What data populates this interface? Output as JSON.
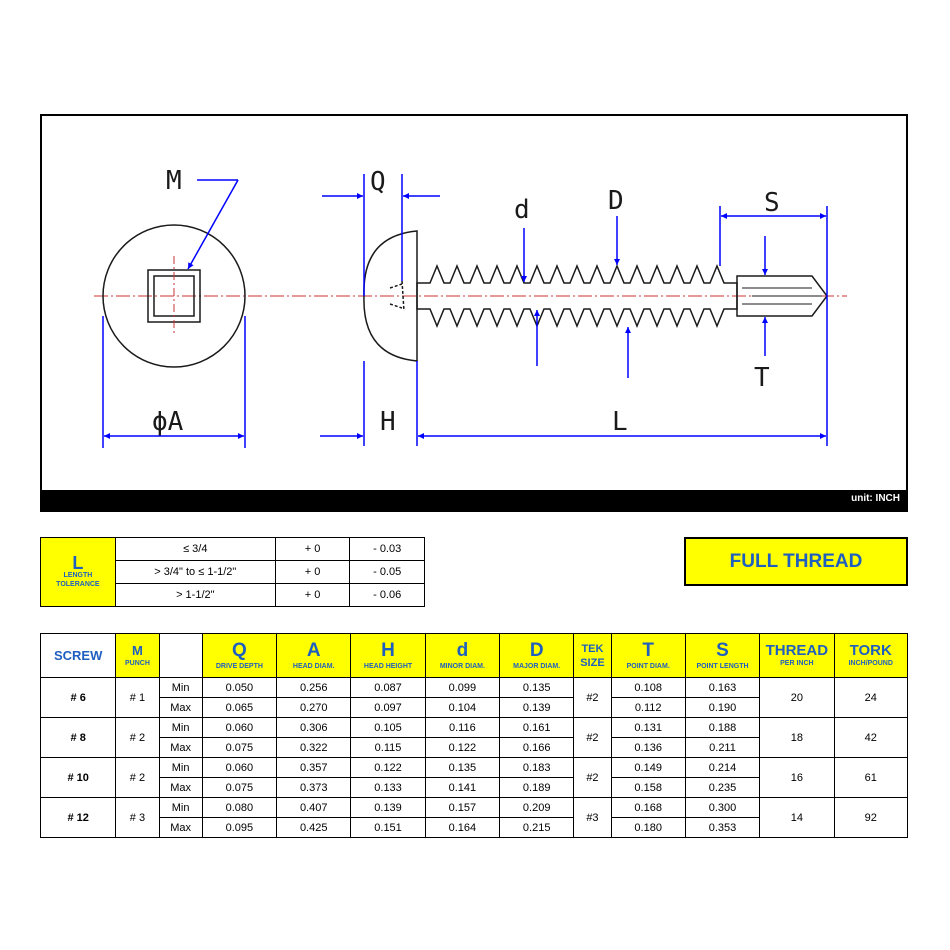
{
  "drawing": {
    "labels": {
      "M": "M",
      "Q": "Q",
      "d": "d",
      "D": "D",
      "S": "S",
      "phiA": "ϕA",
      "H": "H",
      "L": "L",
      "T": "T"
    },
    "unit": "unit: INCH",
    "colors": {
      "dimension": "#0000ff",
      "centerline": "#cc3333",
      "outline": "#1a1a1a"
    }
  },
  "tolerance": {
    "title": "L",
    "subtitle_line1": "LENGTH",
    "subtitle_line2": "TOLERANCE",
    "rows": [
      {
        "range": "≤ 3/4",
        "plus": "+ 0",
        "minus": "- 0.03"
      },
      {
        "range": "> 3/4\" to ≤ 1-1/2\"",
        "plus": "+ 0",
        "minus": "- 0.05"
      },
      {
        "range": "> 1-1/2\"",
        "plus": "+ 0",
        "minus": "- 0.06"
      }
    ]
  },
  "full_thread": "FULL THREAD",
  "spec": {
    "headers": {
      "screw": "SCREW",
      "m": "M",
      "m_sub": "PUNCH",
      "q": "Q",
      "q_sub": "DRIVE DEPTH",
      "a": "A",
      "a_sub": "HEAD DIAM.",
      "h": "H",
      "h_sub": "HEAD HEIGHT",
      "d": "d",
      "d_sub": "MINOR DIAM.",
      "D": "D",
      "D_sub": "MAJOR DIAM.",
      "tek1": "TEK",
      "tek2": "SIZE",
      "t": "T",
      "t_sub": "POINT DIAM.",
      "s": "S",
      "s_sub": "POINT LENGTH",
      "thread": "THREAD",
      "thread_sub": "PER INCH",
      "tork": "TORK",
      "tork_sub": "INCH/POUND"
    },
    "min_label": "Min",
    "max_label": "Max",
    "rows": [
      {
        "screw": "# 6",
        "m": "# 1",
        "q": [
          "0.050",
          "0.065"
        ],
        "a": [
          "0.256",
          "0.270"
        ],
        "h": [
          "0.087",
          "0.097"
        ],
        "d": [
          "0.099",
          "0.104"
        ],
        "D": [
          "0.135",
          "0.139"
        ],
        "tek": "#2",
        "t": [
          "0.108",
          "0.112"
        ],
        "s": [
          "0.163",
          "0.190"
        ],
        "thread": "20",
        "tork": "24"
      },
      {
        "screw": "# 8",
        "m": "# 2",
        "q": [
          "0.060",
          "0.075"
        ],
        "a": [
          "0.306",
          "0.322"
        ],
        "h": [
          "0.105",
          "0.115"
        ],
        "d": [
          "0.116",
          "0.122"
        ],
        "D": [
          "0.161",
          "0.166"
        ],
        "tek": "#2",
        "t": [
          "0.131",
          "0.136"
        ],
        "s": [
          "0.188",
          "0.211"
        ],
        "thread": "18",
        "tork": "42"
      },
      {
        "screw": "# 10",
        "m": "# 2",
        "q": [
          "0.060",
          "0.075"
        ],
        "a": [
          "0.357",
          "0.373"
        ],
        "h": [
          "0.122",
          "0.133"
        ],
        "d": [
          "0.135",
          "0.141"
        ],
        "D": [
          "0.183",
          "0.189"
        ],
        "tek": "#2",
        "t": [
          "0.149",
          "0.158"
        ],
        "s": [
          "0.214",
          "0.235"
        ],
        "thread": "16",
        "tork": "61"
      },
      {
        "screw": "# 12",
        "m": "# 3",
        "q": [
          "0.080",
          "0.095"
        ],
        "a": [
          "0.407",
          "0.425"
        ],
        "h": [
          "0.139",
          "0.151"
        ],
        "d": [
          "0.157",
          "0.164"
        ],
        "D": [
          "0.209",
          "0.215"
        ],
        "tek": "#3",
        "t": [
          "0.168",
          "0.180"
        ],
        "s": [
          "0.300",
          "0.353"
        ],
        "thread": "14",
        "tork": "92"
      }
    ]
  }
}
